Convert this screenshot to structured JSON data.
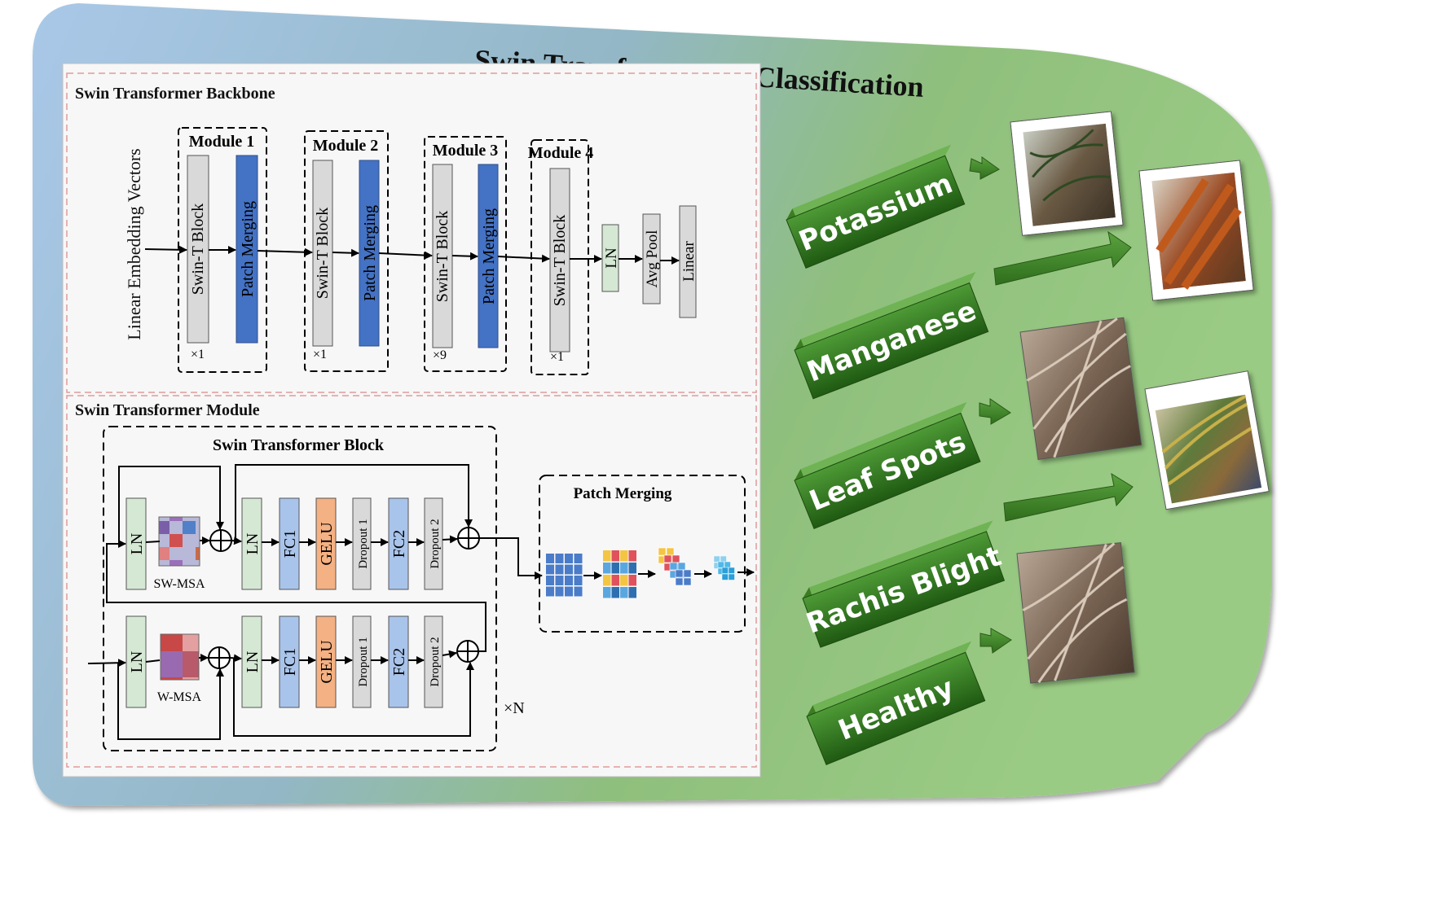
{
  "title": "Swin Transformer for Classification",
  "backbone": {
    "heading": "Swin Transformer Backbone",
    "input_label": "Linear Embedding Vectors",
    "modules": [
      {
        "label": "Module 1",
        "block": "Swin-T Block",
        "merge": "Patch Merging",
        "repeat": "×1"
      },
      {
        "label": "Module 2",
        "block": "Swin-T Block",
        "merge": "Patch Merging",
        "repeat": "×1"
      },
      {
        "label": "Module 3",
        "block": "Swin-T Block",
        "merge": "Patch Merging",
        "repeat": "×9"
      },
      {
        "label": "Module 4",
        "block": "Swin-T Block",
        "repeat": "×1"
      }
    ],
    "tail": [
      "LN",
      "Avg Pool",
      "Linear"
    ]
  },
  "module_section": {
    "heading": "Swin Transformer Module",
    "block_title": "Swin Transformer Block",
    "repeat": "×N",
    "ln": "LN",
    "sw_msa": "SW-MSA",
    "w_msa": "W-MSA",
    "fc1": "FC1",
    "gelu": "GELU",
    "dropout1": "Dropout 1",
    "fc2": "FC2",
    "dropout2": "Dropout 2",
    "patch_merging_title": "Patch Merging"
  },
  "classes": [
    "Potassium",
    "Manganese",
    "Leaf Spots",
    "Rachis Blight",
    "Healthy"
  ],
  "colors": {
    "bg_blue": "#8fb4d8",
    "bg_green": "#8fc07a",
    "block_gray": "#d9d9d9",
    "merge_blue": "#4472c4",
    "ln_green": "#d5e8d4",
    "fc_blue": "#a9c4eb",
    "gelu_orange": "#f4b183",
    "label_green": "#2e7d1e"
  }
}
